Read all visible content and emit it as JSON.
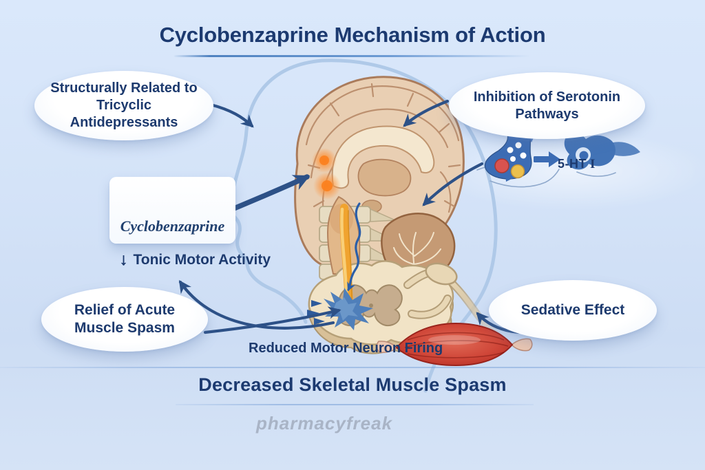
{
  "title": {
    "drug": "Cyclobenzaprine",
    "rest": "Mechanism of Action"
  },
  "bubbles": {
    "structural": "Structurally Related to Tricyclic Antidepressants",
    "serotonin": "Inhibition of Serotonin Pathways",
    "relief": "Relief of Acute Muscle Spasm",
    "sedative": "Sedative Effect"
  },
  "drug_box_label": "Cyclobenzaprine",
  "effects": {
    "tonic_arrow": "↓",
    "tonic": "Tonic Motor Activity",
    "reduced": "Reduced Motor Neuron Firing",
    "decreased": "Decreased Skeletal Muscle Spasm"
  },
  "receptor": {
    "name": "5-HT",
    "state": "I"
  },
  "watermark": "pharmacyfreak",
  "colors": {
    "navy_text": "#1d3a6e",
    "arrow_blue": "#2d5187",
    "background_top": "#dae8fb",
    "background_bottom": "#cdddf4",
    "muscle_red": "#c23a2e",
    "nerve_tract_yellow": "#f0a32f",
    "synapse_blue": "#3c6cb4",
    "brain_beige": "#e9cfb3"
  }
}
